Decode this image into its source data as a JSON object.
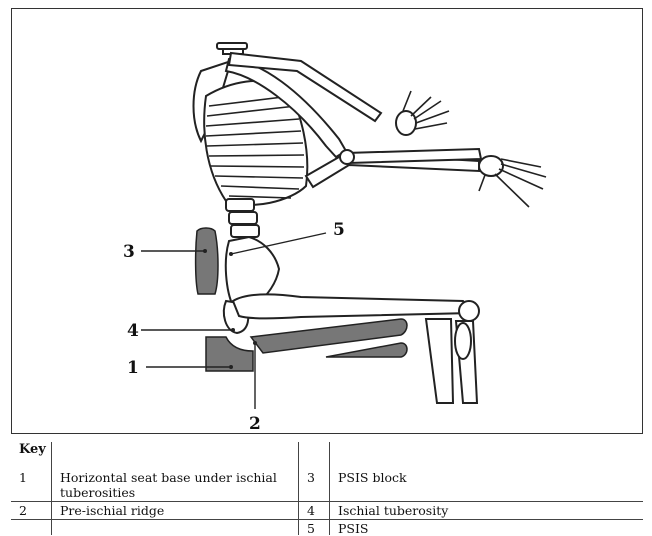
{
  "callouts": [
    {
      "id": "1",
      "text": "1"
    },
    {
      "id": "2",
      "text": "2"
    },
    {
      "id": "3",
      "text": "3"
    },
    {
      "id": "4",
      "text": "4"
    },
    {
      "id": "5",
      "text": "5"
    }
  ],
  "key": {
    "title": "Key",
    "rows": [
      {
        "left_num": "1",
        "left_text": "Horizontal seat base under ischial tuberosities",
        "right_num": "3",
        "right_text": "PSIS block"
      },
      {
        "left_num": "2",
        "left_text": "Pre-ischial ridge",
        "right_num": "4",
        "right_text": "Ischial tuberosity"
      },
      {
        "left_num": "",
        "left_text": "",
        "right_num": "5",
        "right_text": "PSIS"
      }
    ]
  },
  "colors": {
    "pad_fill": "#777777",
    "line": "#222222"
  }
}
